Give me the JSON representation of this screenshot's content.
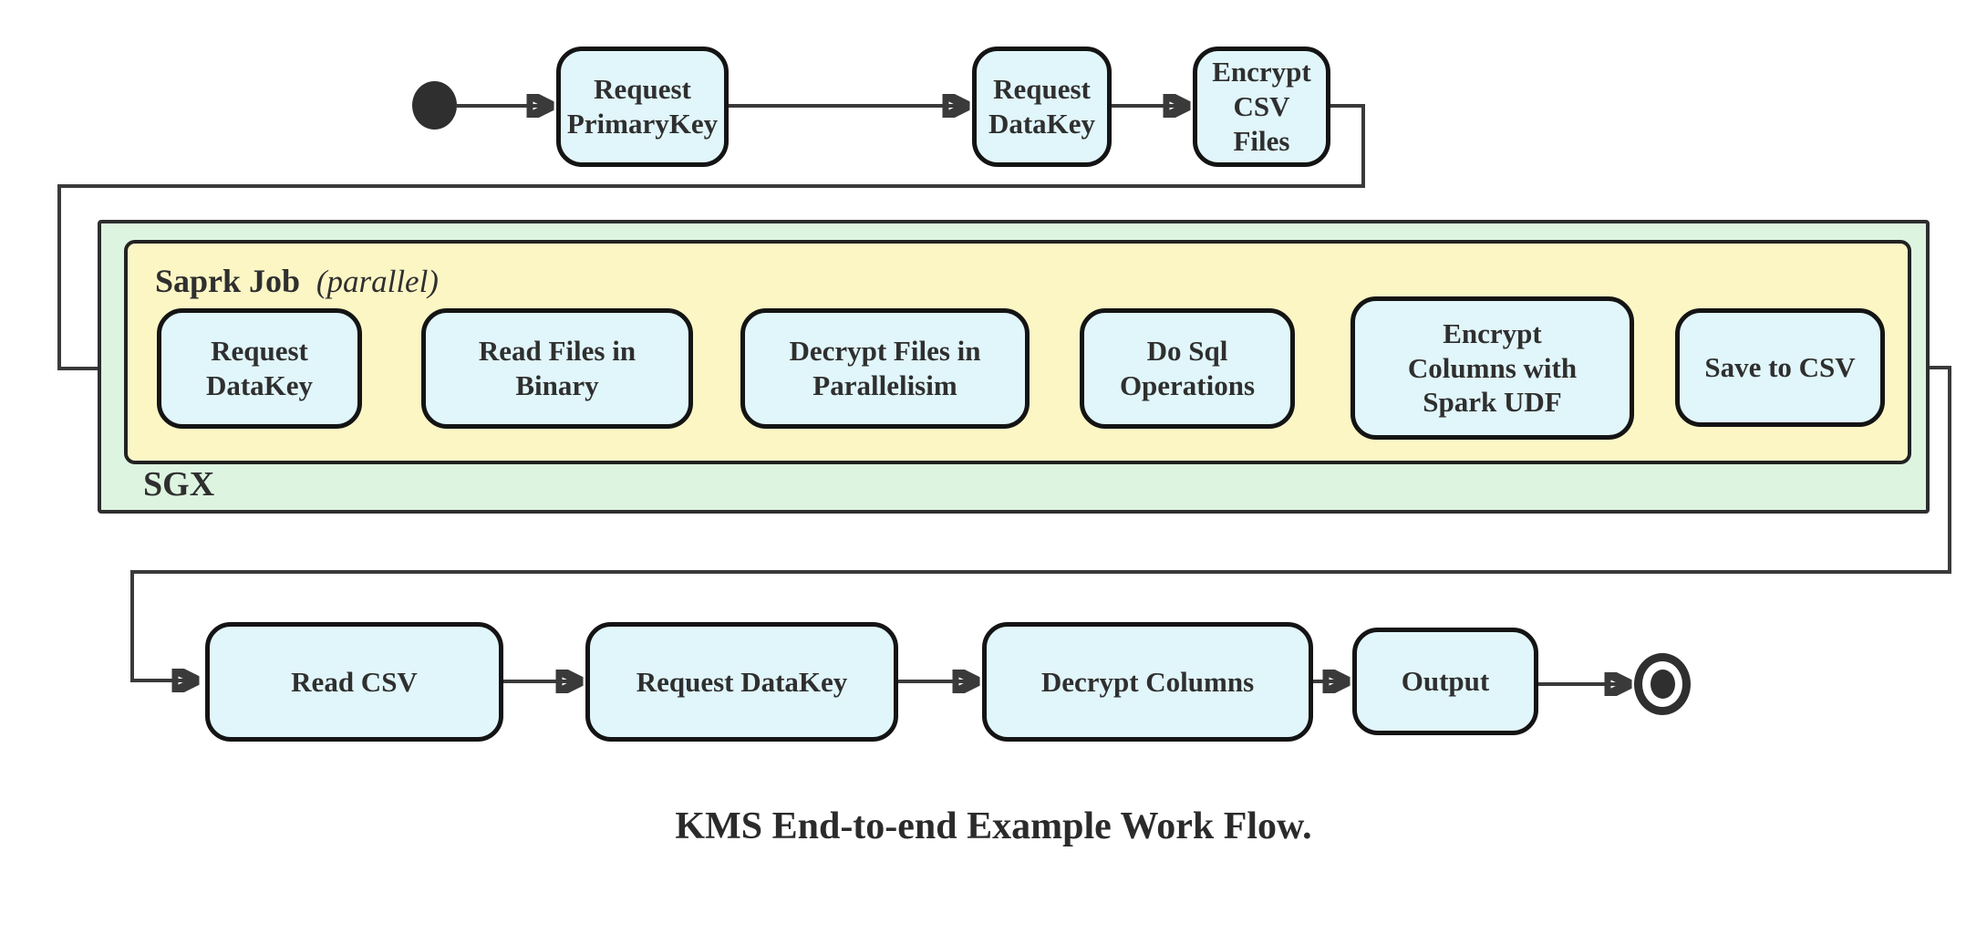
{
  "caption": "KMS End-to-end Example Work Flow.",
  "colors": {
    "node_fill": "#e1f6fa",
    "node_border": "#141414",
    "sgx_container_fill": "#ddf5e0",
    "spark_container_fill": "#fcf6c5",
    "edge": "#3a3a3a",
    "text": "#2f2f2f",
    "background": "#ffffff"
  },
  "containers": {
    "sgx": {
      "label": "SGX"
    },
    "spark_job": {
      "label": "Saprk Job",
      "annotation": "(parallel)"
    }
  },
  "nodes": {
    "start": {
      "type": "initial-state"
    },
    "request_primarykey": {
      "label": "Request\nPrimaryKey"
    },
    "request_datakey_top": {
      "label": "Request\nDataKey"
    },
    "encrypt_csv_files": {
      "label": "Encrypt\nCSV Files"
    },
    "request_datakey_sgx": {
      "label": "Request\nDataKey"
    },
    "read_files_in_binary": {
      "label": "Read Files in\nBinary"
    },
    "decrypt_files_in_parallelisim": {
      "label": "Decrypt Files in\nParallelisim"
    },
    "do_sql_operations": {
      "label": "Do Sql\nOperations"
    },
    "encrypt_columns_with_spark_udf": {
      "label": "Encrypt\nColumns with\nSpark UDF"
    },
    "save_to_csv": {
      "label": "Save to CSV"
    },
    "read_csv": {
      "label": "Read CSV"
    },
    "request_datakey_bottom": {
      "label": "Request DataKey"
    },
    "decrypt_columns": {
      "label": "Decrypt Columns"
    },
    "output": {
      "label": "Output"
    },
    "end": {
      "type": "final-state"
    }
  },
  "flow": [
    [
      "start",
      "request_primarykey"
    ],
    [
      "request_primarykey",
      "request_datakey_top"
    ],
    [
      "request_datakey_top",
      "encrypt_csv_files"
    ],
    [
      "encrypt_csv_files",
      "request_datakey_sgx"
    ],
    [
      "request_datakey_sgx",
      "read_files_in_binary"
    ],
    [
      "read_files_in_binary",
      "decrypt_files_in_parallelisim"
    ],
    [
      "decrypt_files_in_parallelisim",
      "do_sql_operations"
    ],
    [
      "do_sql_operations",
      "encrypt_columns_with_spark_udf"
    ],
    [
      "encrypt_columns_with_spark_udf",
      "save_to_csv"
    ],
    [
      "save_to_csv",
      "read_csv"
    ],
    [
      "read_csv",
      "request_datakey_bottom"
    ],
    [
      "request_datakey_bottom",
      "decrypt_columns"
    ],
    [
      "decrypt_columns",
      "output"
    ],
    [
      "output",
      "end"
    ]
  ]
}
